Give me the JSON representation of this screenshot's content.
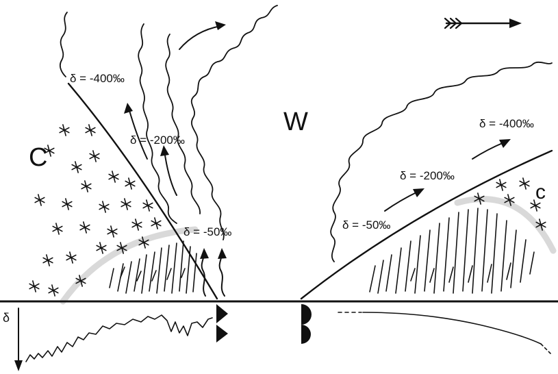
{
  "colors": {
    "ink": "#111111",
    "rain_band": "#d9d9d9",
    "background": "#ffffff"
  },
  "labels": {
    "cold_air_left": "C",
    "warm_air": "W",
    "cold_air_right": "c",
    "delta_axis": "δ"
  },
  "cold_front": {
    "delta_upper": "δ = -400‰",
    "delta_middle": "δ = -200‰",
    "delta_lower": "δ = -50‰"
  },
  "warm_front": {
    "delta_upper": "δ = -400‰",
    "delta_middle": "δ = -200‰",
    "delta_lower": "δ = -50‰"
  },
  "icons": {
    "movement_direction": "feathered-arrow-icon",
    "cold_front_symbol": "cold-front-triangles-icon",
    "warm_front_symbol": "warm-front-semicircles-icon"
  }
}
